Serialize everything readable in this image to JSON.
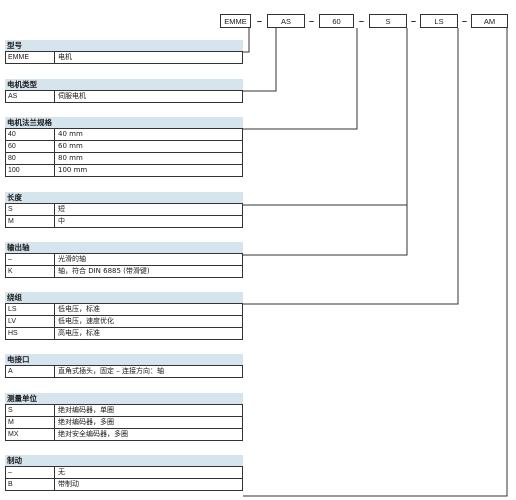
{
  "code": [
    "EMME",
    "AS",
    "60",
    "S",
    "LS",
    "AM"
  ],
  "dash": "–",
  "sections": [
    {
      "title": "型号",
      "rows": [
        [
          "EMME",
          "电机"
        ]
      ]
    },
    {
      "title": "电机类型",
      "rows": [
        [
          "AS",
          "伺服电机"
        ]
      ]
    },
    {
      "title": "电机法兰规格",
      "rows": [
        [
          "40",
          "40 mm"
        ],
        [
          "60",
          "60 mm"
        ],
        [
          "80",
          "80 mm"
        ],
        [
          "100",
          "100 mm"
        ]
      ]
    },
    {
      "title": "长度",
      "rows": [
        [
          "S",
          "短"
        ],
        [
          "M",
          "中"
        ]
      ]
    },
    {
      "title": "输出轴",
      "rows": [
        [
          "–",
          "光滑的轴"
        ],
        [
          "K",
          "轴，符合 DIN 6885 (带滑键)"
        ]
      ]
    },
    {
      "title": "绕组",
      "rows": [
        [
          "LS",
          "低电压，标准"
        ],
        [
          "LV",
          "低电压，速度优化"
        ],
        [
          "HS",
          "高电压，标准"
        ]
      ]
    },
    {
      "title": "电接口",
      "rows": [
        [
          "A",
          "直角式插头，固定 – 连接方向：轴"
        ]
      ]
    },
    {
      "title": "测量单位",
      "rows": [
        [
          "S",
          "绝对编码器，单圈"
        ],
        [
          "M",
          "绝对编码器，多圈"
        ],
        [
          "MX",
          "绝对安全编码器，多圈"
        ]
      ]
    },
    {
      "title": "制动",
      "rows": [
        [
          "–",
          "无"
        ],
        [
          "B",
          "带制动"
        ]
      ]
    }
  ]
}
